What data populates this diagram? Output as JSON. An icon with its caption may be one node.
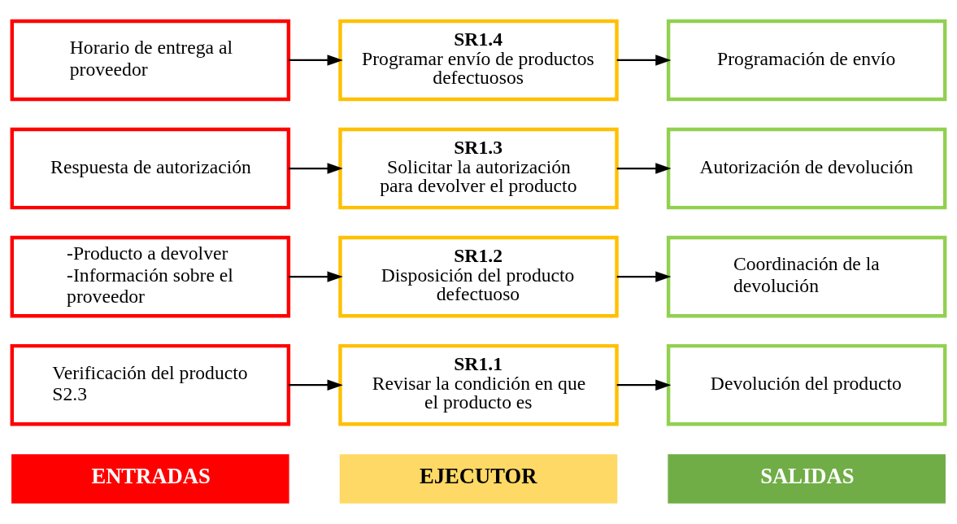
{
  "diagram": {
    "nodes": [
      {
        "text": [
          "ENTRADAS"
        ]
      },
      {
        "text": [
          "EJECUTOR"
        ]
      },
      {
        "text": [
          "SALIDAS"
        ]
      },
      {
        "text": [
          "Verificación del producto S2.3"
        ]
      },
      {
        "text": [
          "SR1.1",
          "Revisar la condición en que el producto es"
        ]
      },
      {
        "text": [
          "Devolución del producto"
        ]
      },
      {
        "text": [
          "-Producto a devolver",
          "-Información sobre el proveedor"
        ]
      },
      {
        "text": [
          "SR1.2",
          "Disposición del producto defectuoso"
        ]
      },
      {
        "text": [
          "Coordinación de la devolución"
        ]
      },
      {
        "text": [
          "Respuesta de autorización"
        ]
      },
      {
        "text": [
          "SR1.3",
          "Solicitar la autorización para devolver el producto"
        ]
      },
      {
        "text": [
          "Autorización de devolución"
        ]
      },
      {
        "text": [
          "Horario de entrega al proveedor"
        ]
      },
      {
        "text": [
          "SR1.4",
          "Programar envío de productos defectuosos"
        ]
      },
      {
        "text": [
          "Programación de envío"
        ]
      }
    ],
    "edges": [
      {
        "from": 3,
        "to": 4,
        "arrow": "to"
      },
      {
        "from": 4,
        "to": 5,
        "arrow": "to"
      },
      {
        "from": 6,
        "to": 7,
        "arrow": "to"
      },
      {
        "from": 7,
        "to": 8,
        "arrow": "to"
      },
      {
        "from": 9,
        "to": 10,
        "arrow": "to"
      },
      {
        "from": 10,
        "to": 11,
        "arrow": "to"
      },
      {
        "from": 12,
        "to": 13,
        "arrow": "to"
      },
      {
        "from": 13,
        "to": 14,
        "arrow": "to"
      }
    ]
  }
}
